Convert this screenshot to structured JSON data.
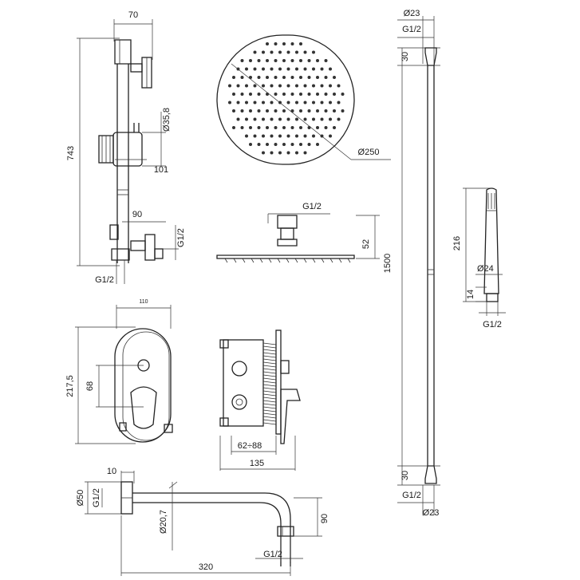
{
  "dimensions": {
    "rail_top_width": "70",
    "rail_height": "743",
    "holder_diameter": "Ø35,8",
    "holder_offset": "101",
    "outlet_offset": "90",
    "outlet_thread_side": "G1/2",
    "outlet_thread_bottom": "G1/2",
    "head_diameter": "Ø250",
    "head_thread": "G1/2",
    "head_height": "52",
    "hose_diameter_top": "Ø23",
    "hose_thread_top": "G1/2",
    "hose_end_top": "30",
    "hose_length": "1500",
    "hose_end_bottom": "30",
    "hose_thread_bottom": "G1/2",
    "hose_diameter_bottom": "Ø23",
    "hand_length": "216",
    "hand_diameter": "Ø24",
    "hand_neck": "14",
    "hand_thread": "G1/2",
    "plate_width": "110",
    "plate_height": "217,5",
    "plate_axis": "68",
    "box_depth_range": "62÷88",
    "box_depth": "135",
    "arm_flange": "10",
    "arm_flange_diameter": "Ø50",
    "arm_thread_side": "G1/2",
    "arm_tube_diameter": "Ø20,7",
    "arm_drop": "90",
    "arm_thread_end": "G1/2",
    "arm_length": "320"
  }
}
